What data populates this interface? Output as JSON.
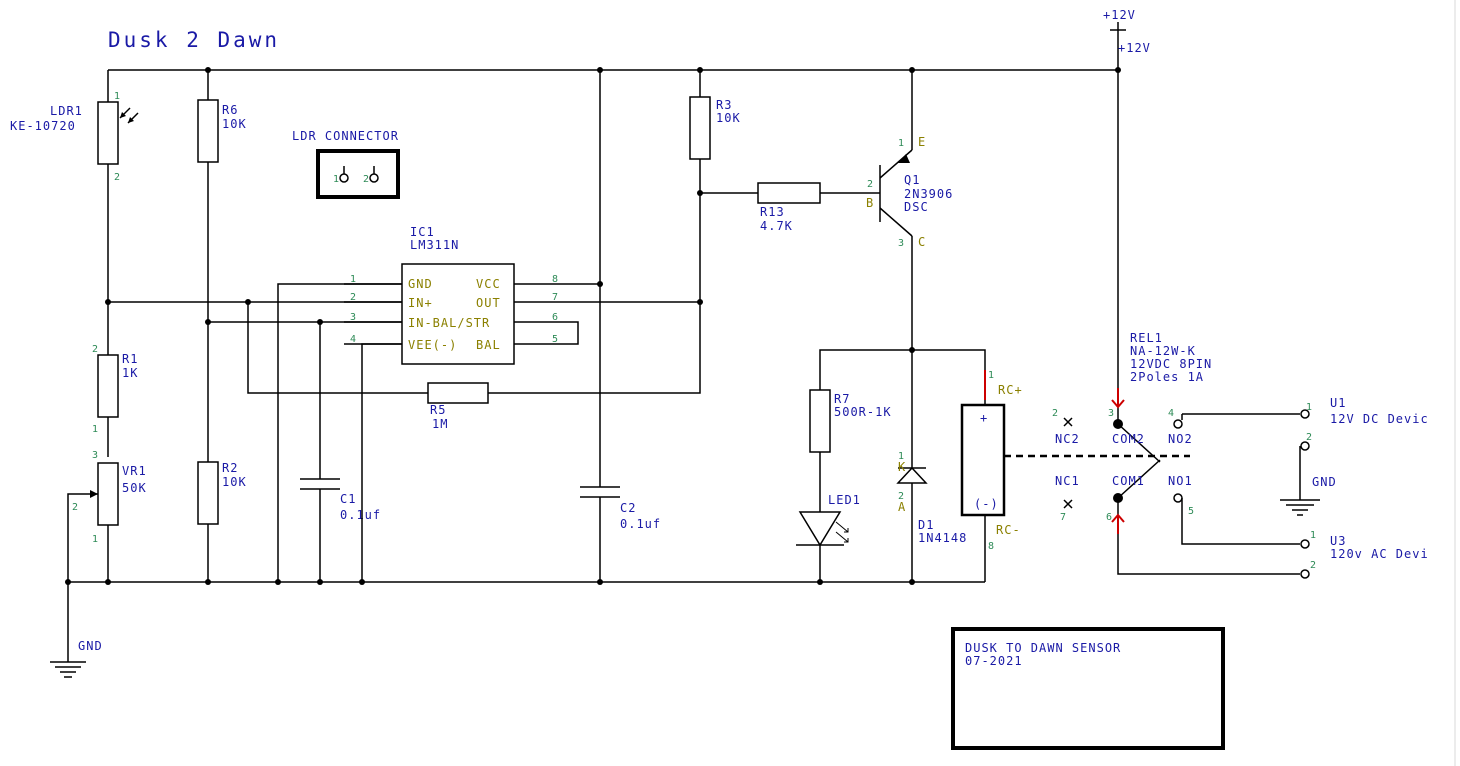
{
  "title": "Dusk 2 Dawn",
  "title_block": {
    "line1": "DUSK TO DAWN SENSOR",
    "line2": "07-2021"
  },
  "power": {
    "top_label": "+12V",
    "rail_label": "+12V",
    "gnd_label": "GND"
  },
  "components": {
    "ldr1": {
      "ref": "LDR1",
      "part": "KE-10720",
      "pin1": "1",
      "pin2": "2"
    },
    "r6": {
      "ref": "R6",
      "value": "10K"
    },
    "r2": {
      "ref": "R2",
      "value": "10K"
    },
    "r1": {
      "ref": "R1",
      "value": "1K",
      "pin1": "2",
      "pin2": "1"
    },
    "vr1": {
      "ref": "VR1",
      "value": "50K",
      "pin1": "3",
      "pin2": "2",
      "pin3": "1"
    },
    "c1": {
      "ref": "C1",
      "value": "0.1uf"
    },
    "c2": {
      "ref": "C2",
      "value": "0.1uf"
    },
    "r5": {
      "ref": "R5",
      "value": "1M"
    },
    "r3": {
      "ref": "R3",
      "value": "10K"
    },
    "r13": {
      "ref": "R13",
      "value": "4.7K"
    },
    "q1": {
      "ref": "Q1",
      "part": "2N3906",
      "extra": "DSC",
      "pin_e": "1",
      "lbl_e": "E",
      "pin_b": "2",
      "lbl_b": "B",
      "pin_c": "3",
      "lbl_c": "C"
    },
    "r7": {
      "ref": "R7",
      "value": "500R-1K"
    },
    "led1": {
      "ref": "LED1"
    },
    "d1": {
      "ref": "D1",
      "part": "1N4148",
      "pin_k": "1",
      "lbl_k": "K",
      "pin_a": "2",
      "lbl_a": "A"
    },
    "ldr_connector": {
      "title": "LDR CONNECTOR",
      "pin1": "1",
      "pin2": "2"
    },
    "ic1": {
      "ref": "IC1",
      "part": "LM311N",
      "left_pins": [
        {
          "num": "1",
          "label": "GND"
        },
        {
          "num": "2",
          "label": "IN+"
        },
        {
          "num": "3",
          "label": "IN-BAL/STR"
        },
        {
          "num": "4",
          "label": "VEE(-)"
        }
      ],
      "right_pins": [
        {
          "num": "8",
          "label": "VCC"
        },
        {
          "num": "7",
          "label": "OUT"
        },
        {
          "num": "6",
          "label": ""
        },
        {
          "num": "5",
          "label": "BAL"
        }
      ]
    },
    "rel1": {
      "ref": "REL1",
      "part": "NA-12W-K",
      "spec1": "12VDC 8PIN",
      "spec2": "2Poles 1A",
      "coil_plus": "+",
      "coil_minus": "(-)",
      "rc_plus": "RC+",
      "rc_minus": "RC-",
      "pin_coil_plus": "1",
      "pin_coil_minus": "8",
      "nc2": "NC2",
      "com2": "COM2",
      "no2": "NO2",
      "nc1": "NC1",
      "com1": "COM1",
      "no1": "NO1",
      "pin_nc2": "2",
      "pin_com2": "3",
      "pin_no2": "4",
      "pin_nc1": "7",
      "pin_com1": "6",
      "pin_no1": "5"
    },
    "u1": {
      "ref": "U1",
      "desc": "12V DC Devic",
      "pin1": "1",
      "pin2": "2",
      "gnd": "GND"
    },
    "u3": {
      "ref": "U3",
      "desc": "120v AC Devi",
      "pin1": "1",
      "pin2": "2"
    }
  }
}
